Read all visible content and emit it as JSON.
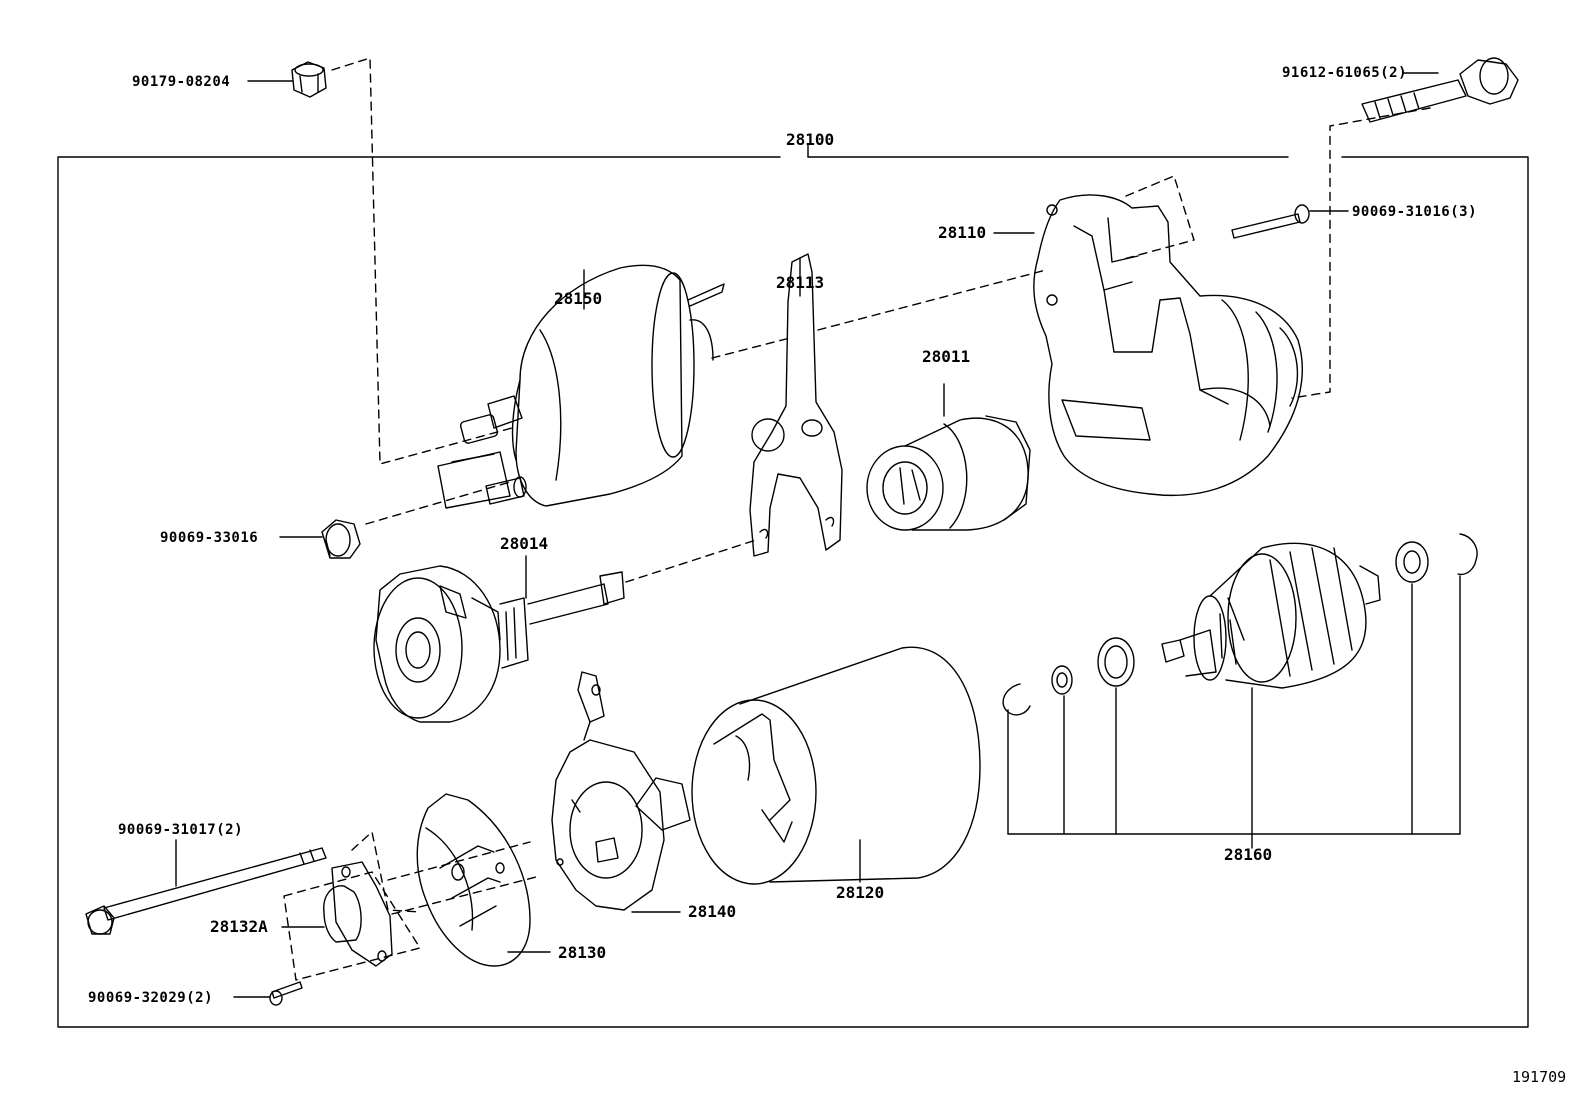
{
  "labels": {
    "assembly": "28100",
    "p90179_08204": "90179-08204",
    "p91612_61065": "91612-61065(2)",
    "p90069_31016": "90069-31016(3)",
    "p28110": "28110",
    "p28150": "28150",
    "p28113": "28113",
    "p28011": "28011",
    "p90069_33016": "90069-33016",
    "p28014": "28014",
    "p90069_31017": "90069-31017(2)",
    "p28132A": "28132A",
    "p90069_32029": "90069-32029(2)",
    "p28130": "28130",
    "p28140": "28140",
    "p28120": "28120",
    "p28160": "28160"
  },
  "reference_number": "191709",
  "colors": {
    "ink": "#000000",
    "paper": "#ffffff"
  }
}
